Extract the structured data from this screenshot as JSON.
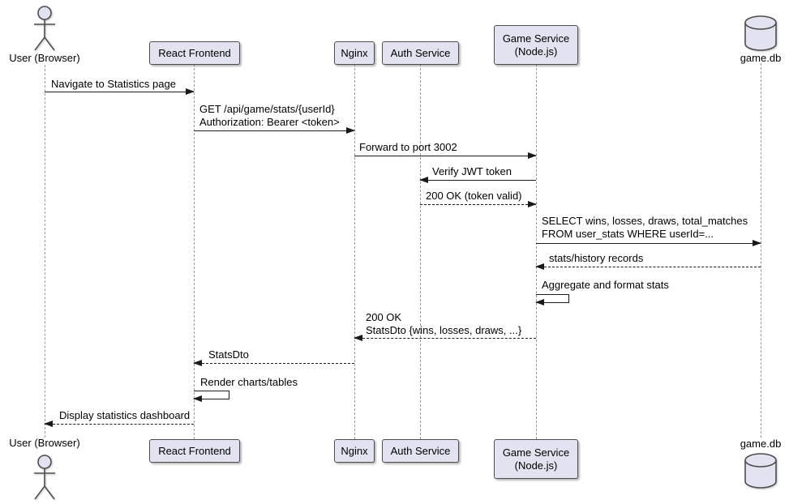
{
  "diagram": {
    "type": "uml-sequence"
  },
  "participants": {
    "user": {
      "label": "User (Browser)",
      "kind": "actor"
    },
    "react": {
      "label": "React Frontend",
      "kind": "participant"
    },
    "nginx": {
      "label": "Nginx",
      "kind": "participant"
    },
    "auth": {
      "label": "Auth Service",
      "kind": "participant"
    },
    "game": {
      "line1": "Game Service",
      "line2": "(Node.js)",
      "kind": "participant"
    },
    "db": {
      "label": "game.db",
      "kind": "database"
    }
  },
  "messages": [
    {
      "from": "user",
      "to": "react",
      "style": "solid",
      "line1": "Navigate to Statistics page"
    },
    {
      "from": "react",
      "to": "nginx",
      "style": "solid",
      "line1": "GET /api/game/stats/{userId}",
      "line2": "Authorization: Bearer <token>"
    },
    {
      "from": "nginx",
      "to": "game",
      "style": "solid",
      "line1": "Forward to port 3002"
    },
    {
      "from": "game",
      "to": "auth",
      "style": "solid",
      "line1": "Verify JWT token"
    },
    {
      "from": "auth",
      "to": "game",
      "style": "dashed",
      "line1": "200 OK (token valid)"
    },
    {
      "from": "game",
      "to": "db",
      "style": "solid",
      "line1": "SELECT wins, losses, draws, total_matches",
      "line2": "FROM user_stats WHERE userId=..."
    },
    {
      "from": "db",
      "to": "game",
      "style": "dashed",
      "line1": "stats/history records"
    },
    {
      "from": "game",
      "to": "game",
      "style": "self",
      "line1": "Aggregate and format stats"
    },
    {
      "from": "game",
      "to": "nginx",
      "style": "dashed",
      "line1": "200 OK",
      "line2": "StatsDto {wins, losses, draws, ...}"
    },
    {
      "from": "nginx",
      "to": "react",
      "style": "dashed",
      "line1": "StatsDto"
    },
    {
      "from": "react",
      "to": "react",
      "style": "self",
      "line1": "Render charts/tables"
    },
    {
      "from": "react",
      "to": "user",
      "style": "dashed",
      "line1": "Display statistics dashboard"
    }
  ],
  "colors": {
    "participant_fill": "#E2E2F0",
    "participant_border": "#4d4d4d",
    "arrow_line": "#1a1a1a",
    "lifeline": "#999999",
    "background": "#FFFFFF"
  }
}
